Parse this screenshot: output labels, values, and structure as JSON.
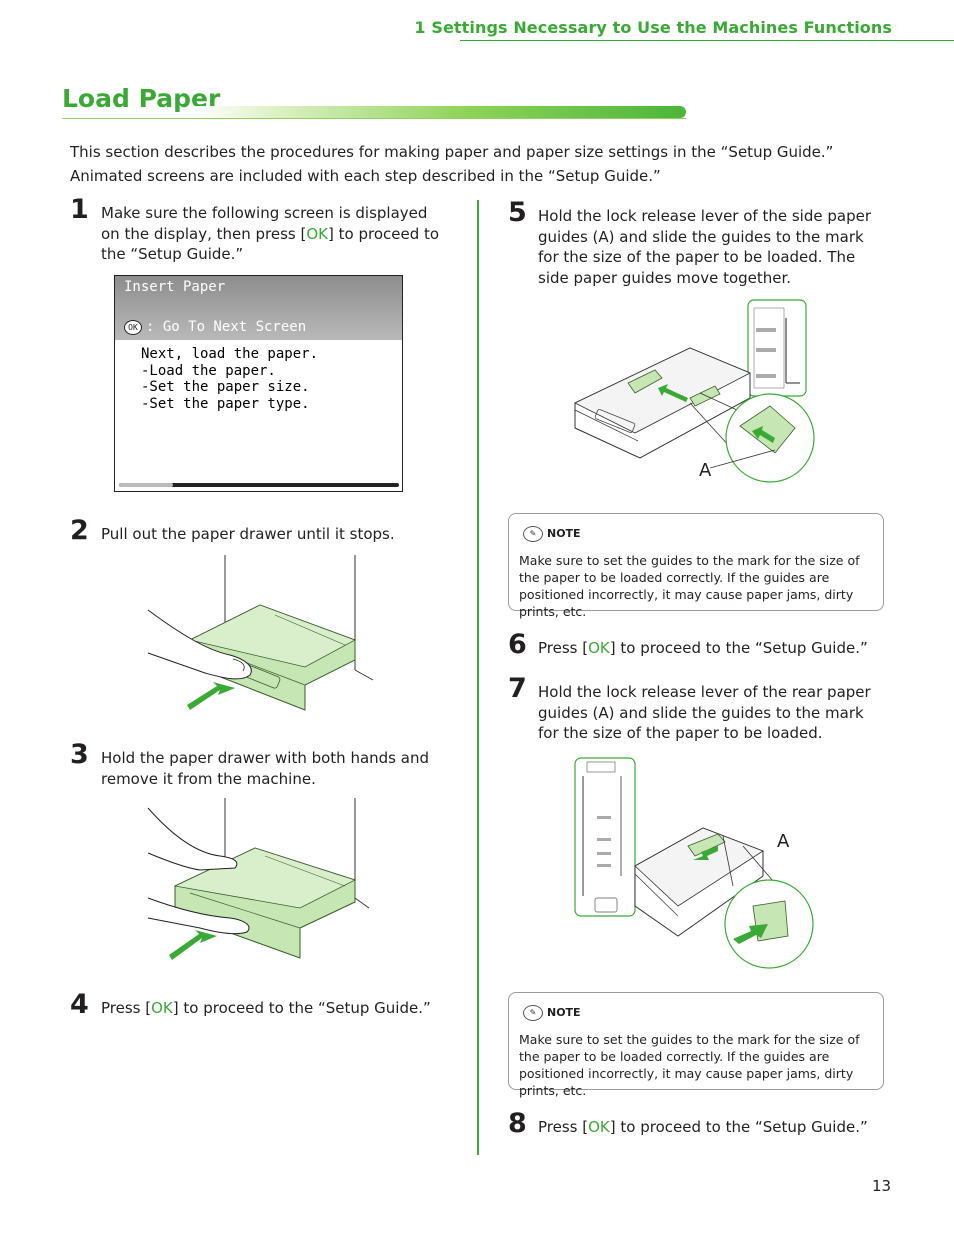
{
  "header": {
    "chapter": "1 Settings Necessary to Use the Machines Functions"
  },
  "title": "Load Paper",
  "intro": "This section describes the procedures for making paper and paper size settings in the “Setup Guide.” Animated screens are included with each step described in the “Setup Guide.”",
  "lcd": {
    "title": "Insert Paper",
    "ok_icon": "OK",
    "sub": ": Go To Next Screen",
    "lines": [
      "Next, load the paper.",
      "-Load the paper.",
      "-Set the paper size.",
      "-Set the paper type."
    ]
  },
  "steps": {
    "s1": {
      "num": "1",
      "text": "Make sure the following screen is displayed on the display, then press [",
      "ok": "OK",
      "after": "] to proceed to the “Setup Guide.”"
    },
    "s2": {
      "num": "2",
      "text": "Pull out the paper drawer until it stops."
    },
    "s3": {
      "num": "3",
      "text": "Hold the paper drawer with both hands and remove it from the machine."
    },
    "s4": {
      "num": "4",
      "before": "Press [",
      "ok": "OK",
      "after": "] to proceed to the “Setup Guide.”"
    },
    "s5": {
      "num": "5",
      "text": "Hold the lock release lever of the side paper guides (A) and slide the guides to the mark for the size of the paper to be loaded. The side paper guides move together."
    },
    "s6": {
      "num": "6",
      "before": "Press [",
      "ok": "OK",
      "after": "] to proceed to the “Setup Guide.”"
    },
    "s7": {
      "num": "7",
      "text": "Hold the lock release lever of the rear paper guides (A) and slide the guides to the mark for the size of the paper to be loaded."
    },
    "s8": {
      "num": "8",
      "before": "Press [",
      "ok": "OK",
      "after": "] to proceed to the “Setup Guide.”"
    }
  },
  "notes": {
    "label": "NOTE",
    "n1": "Make sure to set the guides to the mark for the size of the paper to be loaded correctly. If the guides are positioned incorrectly, it may cause paper jams, dirty prints, etc.",
    "n2": "Make sure to set the guides to the mark for the size of the paper to be loaded correctly. If the guides are positioned incorrectly, it may cause paper jams, dirty prints, etc."
  },
  "figures": {
    "label_a1": "A",
    "label_a2": "A"
  },
  "page_number": "13",
  "colors": {
    "accent": "#3aa935",
    "drawer_fill": "#c6e6b3",
    "arrow": "#3aa935"
  }
}
